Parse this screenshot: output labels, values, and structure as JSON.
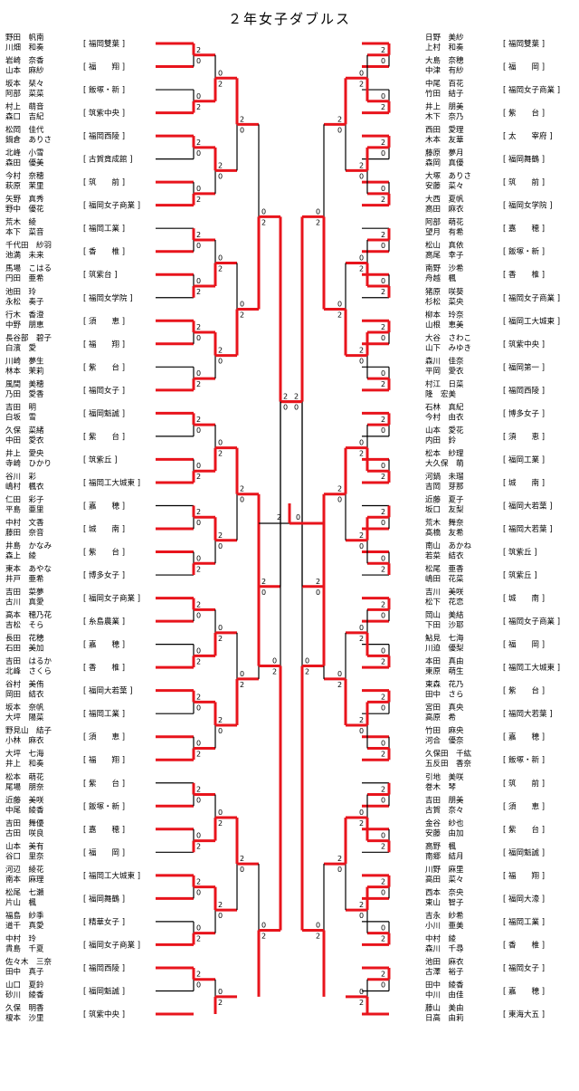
{
  "title": "２年女子ダブルス",
  "left": [
    {
      "names": [
        "野田　帆南",
        "川畑　和奏"
      ],
      "team": "福岡雙葉"
    },
    {
      "names": [
        "岩崎　奈香",
        "山本　麻紗"
      ],
      "team": "福　　翔"
    },
    {
      "names": [
        "坂本　栞々",
        "阿部　菜菜"
      ],
      "team": "飯塚・新"
    },
    {
      "names": [
        "村上　萌音",
        "森口　吉紀"
      ],
      "team": "筑紫中央"
    },
    {
      "names": [
        "松岡　佳代",
        "鍋倉　ありさ"
      ],
      "team": "福岡西陵"
    },
    {
      "names": [
        "北峰　小雪",
        "森田　優美"
      ],
      "team": "古賀竟成館"
    },
    {
      "names": [
        "今村　奈穂",
        "萩原　茉里"
      ],
      "team": "筑　　前"
    },
    {
      "names": [
        "矢野　真秀",
        "野中　優花"
      ],
      "team": "福岡女子商業"
    },
    {
      "names": [
        "荒木　綾",
        "本下　菜音"
      ],
      "team": "福岡工業"
    },
    {
      "names": [
        "千代田　紗羽",
        "池満　未来"
      ],
      "team": "香　　椎"
    },
    {
      "names": [
        "馬場　こはる",
        "円田　亜希"
      ],
      "team": "筑紫台"
    },
    {
      "names": [
        "池田　玲",
        "永松　奏子"
      ],
      "team": "福岡女学院"
    },
    {
      "names": [
        "行木　香澄",
        "中野　朋恵"
      ],
      "team": "須　　恵"
    },
    {
      "names": [
        "長谷部　碧子",
        "白濱　愛"
      ],
      "team": "福　　翔"
    },
    {
      "names": [
        "川崎　夢生",
        "林本　茉莉"
      ],
      "team": "紫　　台"
    },
    {
      "names": [
        "風間　美穂",
        "乃田　愛香"
      ],
      "team": "福岡女子"
    },
    {
      "names": [
        "吉田　明",
        "白坂　雪"
      ],
      "team": "福岡魁誠"
    },
    {
      "names": [
        "久保　菜緒",
        "中田　愛衣"
      ],
      "team": "紫　　台"
    },
    {
      "names": [
        "井上　愛央",
        "寺崎　ひかり"
      ],
      "team": "筑紫丘"
    },
    {
      "names": [
        "谷川　彩",
        "嶋村　楓衣"
      ],
      "team": "福岡工大城東"
    },
    {
      "names": [
        "仁田　彩子",
        "平島　亜里"
      ],
      "team": "嘉　　穂"
    },
    {
      "names": [
        "中村　文香",
        "藤田　奈音"
      ],
      "team": "城　　南"
    },
    {
      "names": [
        "井島　かなみ",
        "森上　綾"
      ],
      "team": "紫　　台"
    },
    {
      "names": [
        "東本　あやな",
        "井戸　亜希"
      ],
      "team": "博多女子"
    },
    {
      "names": [
        "吉田　菜夢",
        "古川　真愛"
      ],
      "team": "福岡女子商業"
    },
    {
      "names": [
        "高本　穂乃花",
        "吉松　そら"
      ],
      "team": "糸島農業"
    },
    {
      "names": [
        "長田　花穂",
        "石田　美加"
      ],
      "team": "嘉　　穂"
    },
    {
      "names": [
        "吉田　はるか",
        "北峰　さくら"
      ],
      "team": "香　　椎"
    },
    {
      "names": [
        "谷村　美侑",
        "岡田　結衣"
      ],
      "team": "福岡大若葉"
    },
    {
      "names": [
        "坂本　奈帆",
        "大坪　陽菜"
      ],
      "team": "福岡工業"
    },
    {
      "names": [
        "野見山　結子",
        "小林　麻衣"
      ],
      "team": "須　　恵"
    },
    {
      "names": [
        "大坪　七海",
        "井上　和奏"
      ],
      "team": "福　　翔"
    },
    {
      "names": [
        "松本　萌花",
        "尾場　朋奈"
      ],
      "team": "紫　　台"
    },
    {
      "names": [
        "近藤　美咲",
        "中尾　綾香"
      ],
      "team": "飯塚・新"
    },
    {
      "names": [
        "吉田　舞優",
        "古田　咲良"
      ],
      "team": "嘉　　穂"
    },
    {
      "names": [
        "山本　美有",
        "谷口　里奈"
      ],
      "team": "福　　岡"
    },
    {
      "names": [
        "河辺　綾花",
        "南本　麻理"
      ],
      "team": "福岡工大城東"
    },
    {
      "names": [
        "松尾　七瀬",
        "片山　楓"
      ],
      "team": "福岡舞鶴"
    },
    {
      "names": [
        "福島　紗季",
        "道千　真愛"
      ],
      "team": "精華女子"
    },
    {
      "names": [
        "中村　玲",
        "貴島　千夏"
      ],
      "team": "福岡女子商業"
    },
    {
      "names": [
        "佐々木　三奈",
        "田中　真子"
      ],
      "team": "福岡西陵"
    },
    {
      "names": [
        "山口　夏鈴",
        "砂川　綾香"
      ],
      "team": "福岡魁誠"
    },
    {
      "names": [
        "久保　明香",
        "榎本　沙里"
      ],
      "team": "筑紫中央"
    }
  ],
  "right": [
    {
      "names": [
        "日野　美紗",
        "上村　和奏"
      ],
      "team": "福岡雙葉"
    },
    {
      "names": [
        "大島　奈穂",
        "中津　有紗"
      ],
      "team": "福　　岡"
    },
    {
      "names": [
        "中尾　百花",
        "竹田　結子"
      ],
      "team": "福岡女子商業"
    },
    {
      "names": [
        "井上　朋美",
        "木下　奈乃"
      ],
      "team": "紫　　台"
    },
    {
      "names": [
        "西田　愛理",
        "木本　友華"
      ],
      "team": "太　　宰府"
    },
    {
      "names": [
        "藤原　夢月",
        "森岡　真優"
      ],
      "team": "福岡舞鶴"
    },
    {
      "names": [
        "大塚　ありさ",
        "安藤　菜々"
      ],
      "team": "筑　　前"
    },
    {
      "names": [
        "大西　夏帆",
        "高田　麻衣"
      ],
      "team": "福岡女学院"
    },
    {
      "names": [
        "阿部　萌花",
        "望月　有希"
      ],
      "team": "嘉　　穂"
    },
    {
      "names": [
        "松山　真依",
        "高尾　幸子"
      ],
      "team": "飯塚・新"
    },
    {
      "names": [
        "南野　沙希",
        "舟越　楓"
      ],
      "team": "香　　椎"
    },
    {
      "names": [
        "猪原　咲葵",
        "杉松　菜央"
      ],
      "team": "福岡女子商業"
    },
    {
      "names": [
        "柳本　玲奈",
        "山根　恵美"
      ],
      "team": "福岡工大城東"
    },
    {
      "names": [
        "大谷　さわこ",
        "山下　みゆき"
      ],
      "team": "筑紫中央"
    },
    {
      "names": [
        "森川　佳奈",
        "平岡　愛衣"
      ],
      "team": "福岡第一"
    },
    {
      "names": [
        "村江　日菜",
        "隆　宏美"
      ],
      "team": "福岡西陵"
    },
    {
      "names": [
        "石林　真紀",
        "今村　由衣"
      ],
      "team": "博多女子"
    },
    {
      "names": [
        "山本　愛花",
        "内田　鈴"
      ],
      "team": "須　　恵"
    },
    {
      "names": [
        "松本　紗理",
        "大久保　萌"
      ],
      "team": "福岡工業"
    },
    {
      "names": [
        "河鍋　未瑠",
        "吉岡　芽那"
      ],
      "team": "城　　南"
    },
    {
      "names": [
        "近藤　夏子",
        "坂口　友梨"
      ],
      "team": "福岡大若葉"
    },
    {
      "names": [
        "荒木　舞奈",
        "髙橋　友希"
      ],
      "team": "福岡大若葉"
    },
    {
      "names": [
        "南山　あかね",
        "若菜　結衣"
      ],
      "team": "筑紫丘"
    },
    {
      "names": [
        "松尾　亜香",
        "嶋田　花菜"
      ],
      "team": "筑紫丘"
    },
    {
      "names": [
        "吉川　美咲",
        "松下　花恋"
      ],
      "team": "城　　南"
    },
    {
      "names": [
        "岡山　美結",
        "下田　沙耶"
      ],
      "team": "福岡女子商業"
    },
    {
      "names": [
        "鮎見　七海",
        "川迫　優梨"
      ],
      "team": "福　　岡"
    },
    {
      "names": [
        "本田　真由",
        "東原　萌生"
      ],
      "team": "福岡工大城東"
    },
    {
      "names": [
        "東森　花乃",
        "田中　さら"
      ],
      "team": "紫　　台"
    },
    {
      "names": [
        "宮田　真央",
        "高原　希"
      ],
      "team": "福岡大若葉"
    },
    {
      "names": [
        "竹田　麻央",
        "河合　優奈"
      ],
      "team": "嘉　　穂"
    },
    {
      "names": [
        "久保田　千紘",
        "五反田　香奈"
      ],
      "team": "飯塚・新"
    },
    {
      "names": [
        "引地　美咲",
        "巻木　琴"
      ],
      "team": "筑　　前"
    },
    {
      "names": [
        "吉田　朋美",
        "古賀　奈々"
      ],
      "team": "須　　恵"
    },
    {
      "names": [
        "金谷　紗也",
        "安藤　由加"
      ],
      "team": "紫　　台"
    },
    {
      "names": [
        "高野　楓",
        "南郷　結月"
      ],
      "team": "福岡魁誠"
    },
    {
      "names": [
        "川野　麻里",
        "高田　菜々"
      ],
      "team": "福　　翔"
    },
    {
      "names": [
        "西本　奈央",
        "東山　智子"
      ],
      "team": "福岡大濠"
    },
    {
      "names": [
        "吉永　紗希",
        "小川　亜美"
      ],
      "team": "福岡工業"
    },
    {
      "names": [
        "中村　綾",
        "森川　千尋"
      ],
      "team": "香　　椎"
    },
    {
      "names": [
        "池田　麻衣",
        "古澤　裕子"
      ],
      "team": "福岡女子"
    },
    {
      "names": [
        "田中　綾香",
        "中川　由佳"
      ],
      "team": "嘉　　穂"
    },
    {
      "names": [
        "藤山　美由",
        "日高　由莉"
      ],
      "team": "東海大五"
    }
  ],
  "final": {
    "left_score": "2",
    "right_score": "0"
  },
  "colors": {
    "win": "#e8141c",
    "line": "#000000"
  }
}
